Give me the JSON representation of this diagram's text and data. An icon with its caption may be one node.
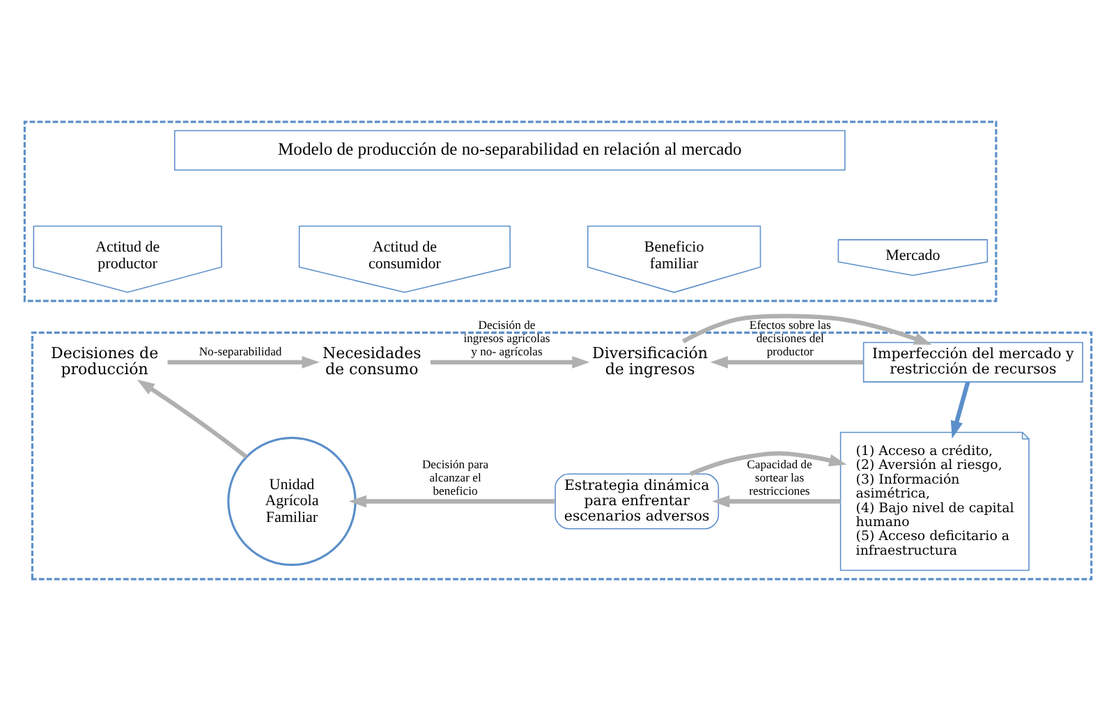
{
  "diagram": {
    "nodes": [
      {
        "text": [],
        "shape": "box"
      },
      {
        "text": [
          "Modelo de producción de no-separabilidad en relación al mercado"
        ],
        "in": 0
      },
      {
        "text": [
          "Actitud de productor"
        ],
        "in": 0
      },
      {
        "text": [
          "Actitud de consumidor"
        ],
        "in": 0
      },
      {
        "text": [
          "Beneficio familiar"
        ],
        "in": 0
      },
      {
        "text": [
          "Mercado"
        ],
        "in": 0
      },
      {
        "text": [],
        "shape": "box"
      },
      {
        "text": [
          "Decisiones de producción"
        ],
        "in": 6
      },
      {
        "text": [
          "Necesidades de consumo"
        ],
        "in": 6
      },
      {
        "text": [
          "Diversificación de ingresos"
        ],
        "in": 6
      },
      {
        "text": [
          "Imperfección del mercado y restricción de recursos"
        ],
        "in": 6
      },
      {
        "text": [
          "Unidad Agrícola Familiar"
        ],
        "in": 6
      },
      {
        "text": [
          "Estrategia dinámica para enfrentar escenarios adversos"
        ],
        "in": 6
      },
      {
        "text": [
          "(1) Acceso a crédito,",
          "(2) Aversión al riesgo,",
          "(3) Información asimétrica,",
          "(4) Bajo nivel de capital humano",
          "(5) Acceso deficitario a infraestructura"
        ],
        "in": 6
      }
    ],
    "edges": [
      {
        "from": 11,
        "to": 7,
        "arrow": "to"
      },
      {
        "from": 7,
        "to": 8,
        "arrow": "to",
        "label": "No-separabilidad"
      },
      {
        "from": 8,
        "to": 9,
        "arrow": "to",
        "label": "Decisión de ingresos agrícolas y no- agrícolas"
      },
      {
        "from": 9,
        "to": 10,
        "arrow": "to"
      },
      {
        "from": 10,
        "to": 9,
        "arrow": "to",
        "label": "Efectos sobre las decisiones del productor"
      },
      {
        "from": 10,
        "to": 13,
        "arrow": "to",
        "color": "#5b8fc9"
      },
      {
        "from": 12,
        "to": 13,
        "arrow": "to"
      },
      {
        "from": 13,
        "to": 12,
        "arrow": "to",
        "label": "Capacidad de sortear las restricciones"
      },
      {
        "from": 12,
        "to": 11,
        "arrow": "to",
        "label": "Decisión para alcanzar el beneficio"
      }
    ]
  }
}
